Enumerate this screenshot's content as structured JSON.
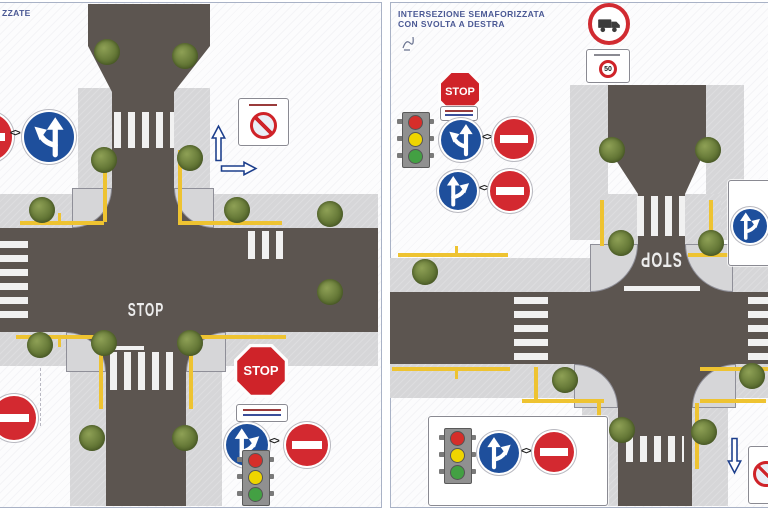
{
  "sheets": {
    "left": {
      "title_fragment": "ZZATE",
      "stop_sign_label": "STOP",
      "road_marking_stop": "STOP"
    },
    "right": {
      "title_line1": "INTERSEZIONE SEMAFORIZZATA",
      "title_line2": "CON SVOLTA A DESTRA",
      "stop_sign_label": "STOP",
      "road_marking_stop": "STOP",
      "speed_limit_value": "50"
    }
  },
  "symbols": {
    "exchange": "<>"
  },
  "colors": {
    "road": "#5c5550",
    "sidewalk": "#d6d6d8",
    "curb_yellow": "#eec331",
    "sign_red": "#cf2329",
    "sign_blue": "#1e4f9c",
    "tree_green": "#6c7f3e",
    "traffic_light_red": "#d62e2a",
    "traffic_light_yellow": "#efd500",
    "traffic_light_green": "#43a043",
    "title_text": "#4a5894"
  },
  "icons": {
    "no_entry": "red circle with white horizontal bar",
    "mandatory_straight_left": "blue circle with white straight and left arrows",
    "mandatory_straight_right": "blue circle with white straight and right arrows",
    "no_stopping": "red-bordered circle with diagonal slash",
    "truck_ban": "red ring with dark truck glyph",
    "traffic_light": "three-lamp signal head",
    "stop_octagon": "red octagon STOP sign"
  }
}
